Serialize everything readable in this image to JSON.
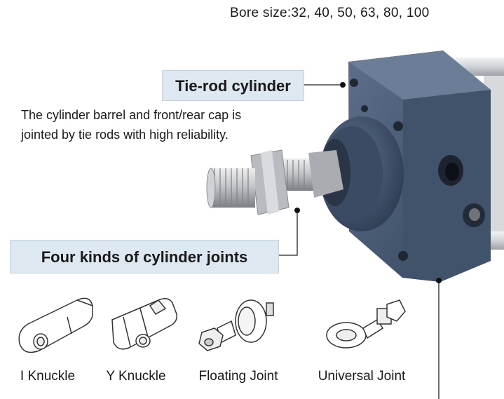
{
  "bore_size": "Bore size:32, 40, 50, 63, 80, 100",
  "tie_rod": {
    "title": "Tie-rod cylinder",
    "description_line1": "The cylinder barrel and front/rear cap is",
    "description_line2": "jointed by tie rods with high reliability."
  },
  "joints": {
    "title": "Four kinds of cylinder joints",
    "items": [
      {
        "label": "I Knuckle"
      },
      {
        "label": "Y Knuckle"
      },
      {
        "label": "Floating Joint"
      },
      {
        "label": "Universal Joint"
      }
    ]
  },
  "colors": {
    "label_bg": "#dde8f1",
    "cap_blue": "#4a5d78",
    "steel": "#b9bcc0",
    "callout_line": "#222222"
  }
}
